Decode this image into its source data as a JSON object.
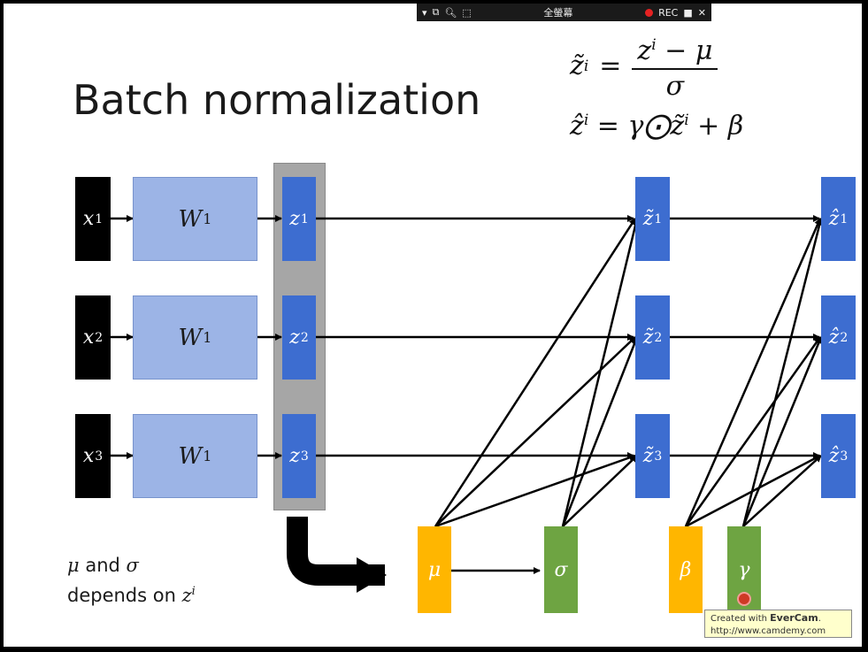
{
  "toolbar": {
    "fullscreen_label": "全螢幕",
    "rec_label": "REC"
  },
  "slide": {
    "title": "Batch normalization"
  },
  "equations": {
    "eq1_lhs": "z̃",
    "eq1_lhs_sup": "i",
    "eq1_eq": "=",
    "eq1_num": "z",
    "eq1_num_sup": "i",
    "eq1_num_rest": " − μ",
    "eq1_den": "σ",
    "eq2_lhs": "ẑ",
    "eq2_lhs_sup": "i",
    "eq2_mid": " = γ⨀z̃",
    "eq2_mid_sup": "i",
    "eq2_rest": " + β"
  },
  "inputs": [
    {
      "sym": "x",
      "sup": "1"
    },
    {
      "sym": "x",
      "sup": "2"
    },
    {
      "sym": "x",
      "sup": "3"
    }
  ],
  "weights": [
    {
      "sym": "W",
      "sup": "1"
    },
    {
      "sym": "W",
      "sup": "1"
    },
    {
      "sym": "W",
      "sup": "1"
    }
  ],
  "z": [
    {
      "sym": "z",
      "sup": "1"
    },
    {
      "sym": "z",
      "sup": "2"
    },
    {
      "sym": "z",
      "sup": "3"
    }
  ],
  "ztilde": [
    {
      "sym": "z̃",
      "sup": "1"
    },
    {
      "sym": "z̃",
      "sup": "2"
    },
    {
      "sym": "z̃",
      "sup": "3"
    }
  ],
  "zhat": [
    {
      "sym": "ẑ",
      "sup": "1"
    },
    {
      "sym": "ẑ",
      "sup": "2"
    },
    {
      "sym": "ẑ",
      "sup": "3"
    }
  ],
  "stats": {
    "mu": "μ",
    "sigma": "σ",
    "beta": "β",
    "gamma": "γ"
  },
  "note": {
    "mu": "μ",
    "and": " and ",
    "sigma": "σ",
    "line2": "depends on ",
    "z": "z",
    "z_sup": "i"
  },
  "watermark": {
    "prefix": "Created with ",
    "brand": "EverCam",
    "suffix": ".",
    "url": "http://www.camdemy.com"
  },
  "colors": {
    "input": "#000000",
    "weight": "#9cb4e6",
    "z": "#3d6dd0",
    "mu_beta": "#ffb600",
    "sigma_gamma": "#6ea442"
  }
}
